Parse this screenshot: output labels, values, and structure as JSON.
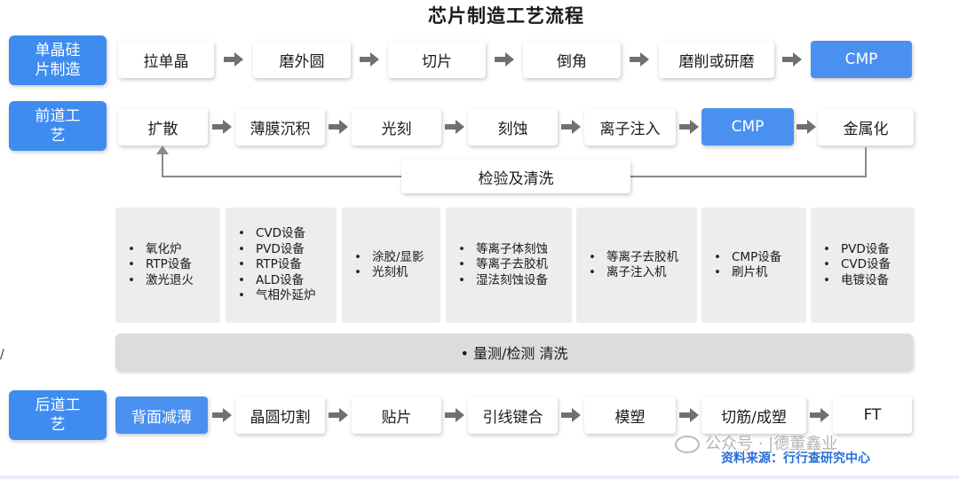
{
  "title": "芯片制造工艺流程",
  "rows": {
    "wafer": {
      "label": "单晶硅片制造",
      "steps": [
        "拉单晶",
        "磨外圆",
        "切片",
        "倒角",
        "磨削或研磨",
        "CMP"
      ]
    },
    "front": {
      "label": "前道工艺",
      "steps": [
        "扩散",
        "薄膜沉积",
        "光刻",
        "刻蚀",
        "离子注入",
        "CMP",
        "金属化"
      ],
      "inspection": "检验及清洗"
    },
    "back": {
      "label": "后道工艺",
      "steps": [
        "背面减薄",
        "晶圆切割",
        "贴片",
        "引线键合",
        "模塑",
        "切筋/成塑",
        "FT"
      ]
    }
  },
  "equipment": [
    [
      "氧化炉",
      "RTP设备",
      "激光退火"
    ],
    [
      "CVD设备",
      "PVD设备",
      "RTP设备",
      "ALD设备",
      "气相外延炉"
    ],
    [
      "涂胶/显影",
      "光刻机"
    ],
    [
      "等离子体刻蚀",
      "等离子去胶机",
      "湿法刻蚀设备"
    ],
    [
      "等离子去胶机",
      "离子注入机"
    ],
    [
      "CMP设备",
      "刷片机"
    ],
    [
      "PVD设备",
      "CVD设备",
      "电镀设备"
    ]
  ],
  "measure": "•  量测/检测  清洗",
  "source": "资料来源：行行查研究中心",
  "watermark": "公众号 · |德董鑫业",
  "colors": {
    "accent": "#4a90f0",
    "label": "#3f8cf0",
    "panel": "#ededed"
  }
}
